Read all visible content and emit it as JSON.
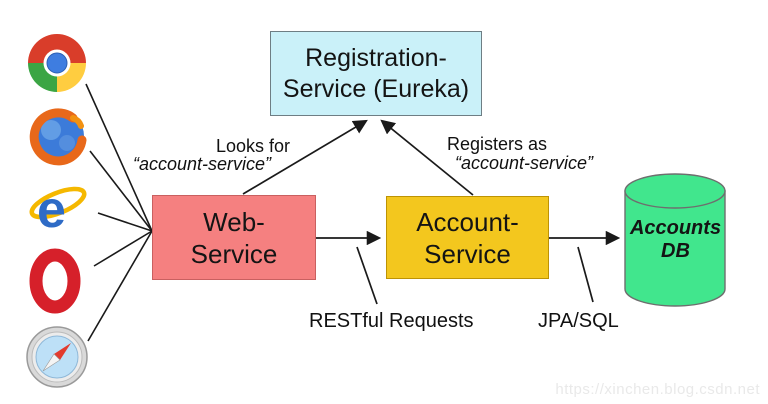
{
  "nodes": {
    "registration_service": {
      "line1": "Registration-",
      "line2": "Service (Eureka)",
      "fill": "#CAF1F9",
      "border": "#6E7E84"
    },
    "web_service": {
      "line1": "Web-",
      "line2": "Service",
      "fill": "#F58080",
      "border": "#C96060"
    },
    "account_service": {
      "line1": "Account-",
      "line2": "Service",
      "fill": "#F3C71E",
      "border": "#BD9304"
    },
    "accounts_db": {
      "line1": "Accounts",
      "line2": "DB",
      "fill": "#41E68D",
      "border": "#6E6E6E"
    }
  },
  "edge_labels": {
    "looks_for_line1": "Looks for",
    "looks_for_line2": "“account-service”",
    "registers_as_line1": "Registers as",
    "registers_as_line2": "“account-service”",
    "restful_requests": "RESTful Requests",
    "jpa_sql": "JPA/SQL"
  },
  "icons": {
    "list": [
      "chrome-icon",
      "firefox-icon",
      "ie-icon",
      "opera-icon",
      "safari-icon"
    ],
    "ie_glyph": "e"
  },
  "line_color": "#1A1A1A",
  "watermark": "https://xinchen.blog.csdn.net"
}
